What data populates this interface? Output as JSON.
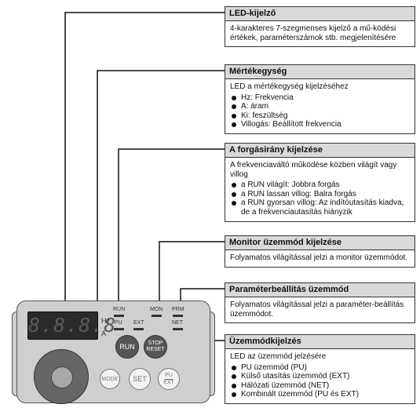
{
  "callouts": [
    {
      "title": "LED-kijelző",
      "body": "4-karakteres 7-szegmenses kijelző a mű-ködési értékek, paraméterszámok stb. megjelenítésére",
      "bullets": []
    },
    {
      "title": "Mértékegység",
      "body": "LED a mértékegység kijelzéséhez",
      "bullets": [
        "Hz: Frekvencia",
        "A: áram",
        "Ki: feszültség",
        "Villogás: Beállított frekvencia"
      ]
    },
    {
      "title": "A forgásirány kijelzése",
      "body": "A frekvenciaváltó működése közben világít vagy villog",
      "bullets": [
        "a RUN világít: Jobbra forgás",
        "a RUN lassan villog: Balra forgás",
        "a RUN gyorsan villog: Az indítóutasítás kiadva, de a frekvenciautasítás hiányzik"
      ]
    },
    {
      "title": "Monitor üzemmód kijelzése",
      "body": "Folyamatos világítással jelzi a monitor üzemmódot.",
      "bullets": []
    },
    {
      "title": "Paraméterbeállítás üzemmód",
      "body": "Folyamatos világítással jelzi a paraméter-beállítás üzemmódot.",
      "bullets": []
    },
    {
      "title": "Üzemmódkijelzés",
      "body": "LED az üzemmód jelzésére",
      "bullets": [
        "PU üzemmód (PU)",
        "Külső utasítás üzemmód (EXT)",
        "Hálózati üzemmód (NET)",
        "Kombinált üzemmód (PU és EXT)"
      ]
    }
  ],
  "panel": {
    "display_text": "8.8.8.8",
    "unit_hz": "Hz",
    "unit_a": "A",
    "led_run": "RUN",
    "led_mon": "MON",
    "led_prm": "PRM",
    "led_pu": "PU",
    "led_ext": "EXT",
    "led_net": "NET",
    "btn_run": "RUN",
    "btn_stop": "STOP",
    "btn_reset": "RESET",
    "btn_mode": "MODE",
    "btn_set": "SET",
    "btn_pu": "PU",
    "btn_ext": "EXT"
  }
}
